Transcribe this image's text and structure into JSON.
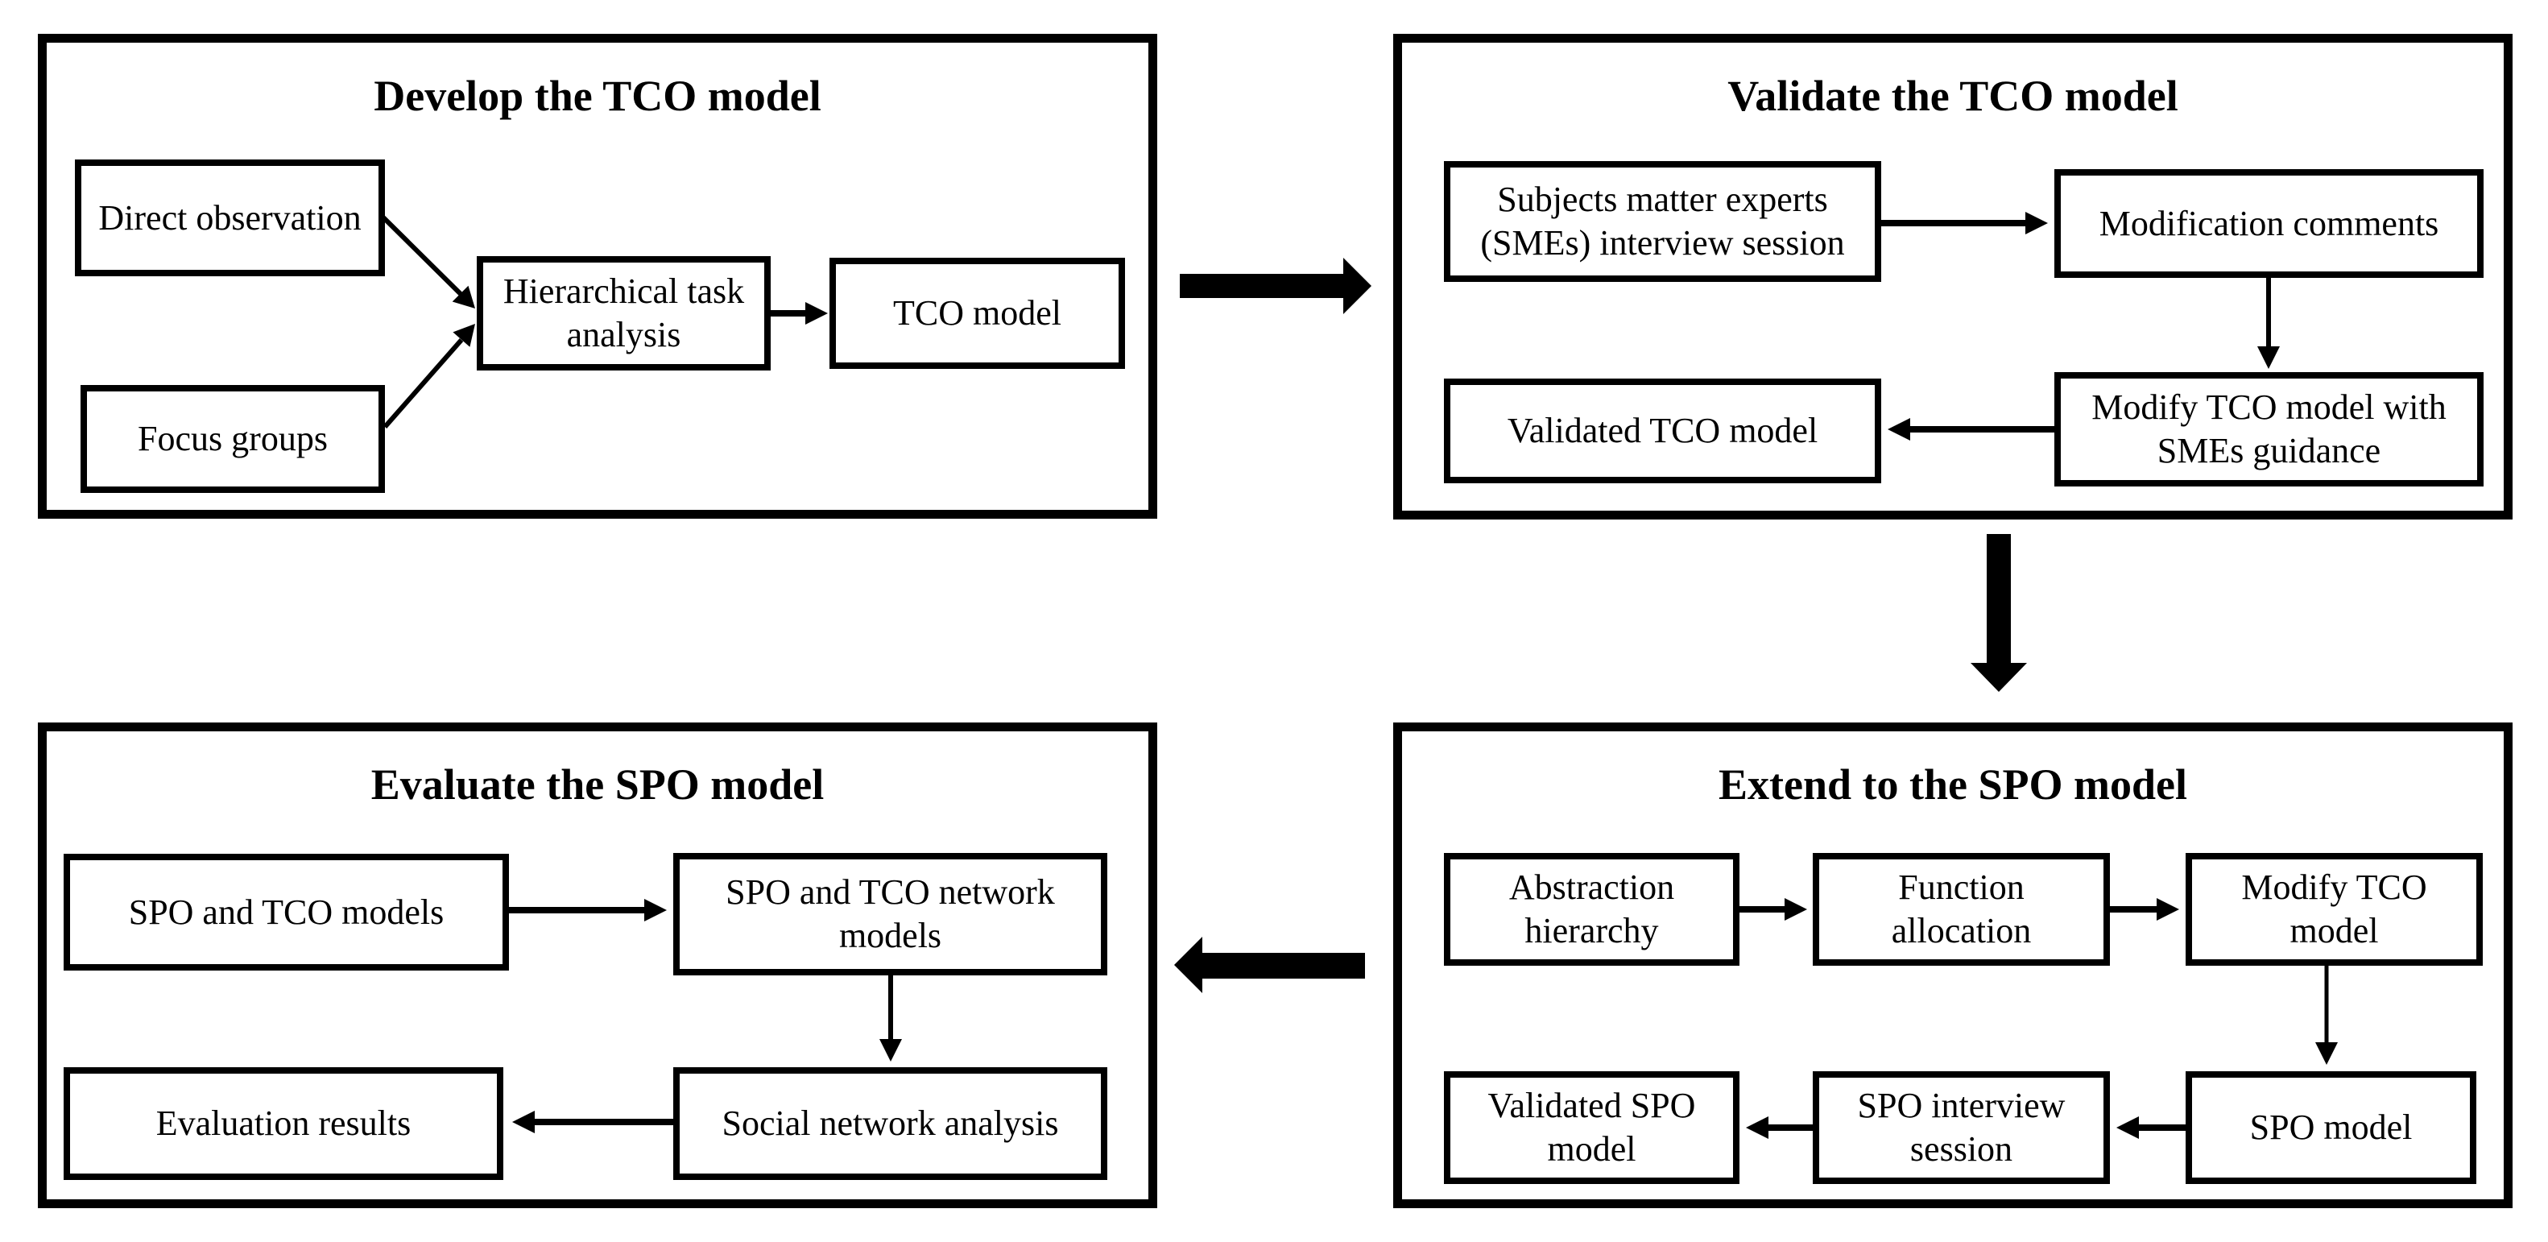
{
  "colors": {
    "ink": "#000000",
    "paper": "#ffffff"
  },
  "panels": [
    {
      "id": "develop-tco",
      "title": "Develop the TCO model"
    },
    {
      "id": "validate-tco",
      "title": "Validate the TCO model"
    },
    {
      "id": "evaluate-spo",
      "title": "Evaluate the SPO model"
    },
    {
      "id": "extend-spo",
      "title": "Extend to the SPO model"
    }
  ],
  "boxes": {
    "direct_observation": "Direct observation",
    "focus_groups": "Focus groups",
    "hierarchical_task_analysis": "Hierarchical task\nanalysis",
    "tco_model": "TCO model",
    "smes_interview": "Subjects matter experts\n(SMEs) interview session",
    "modification_comments": "Modification comments",
    "modify_tco_smes": "Modify TCO model with\nSMEs guidance",
    "validated_tco": "Validated TCO model",
    "abstraction_hierarchy": "Abstraction\nhierarchy",
    "function_allocation": "Function\nallocation",
    "modify_tco": "Modify TCO\nmodel",
    "spo_model": "SPO model",
    "spo_interview": "SPO interview\nsession",
    "validated_spo": "Validated SPO\nmodel",
    "spo_tco_models": "SPO and TCO models",
    "spo_tco_network": "SPO and TCO network\nmodels",
    "social_network_analysis": "Social network analysis",
    "evaluation_results": "Evaluation results"
  }
}
